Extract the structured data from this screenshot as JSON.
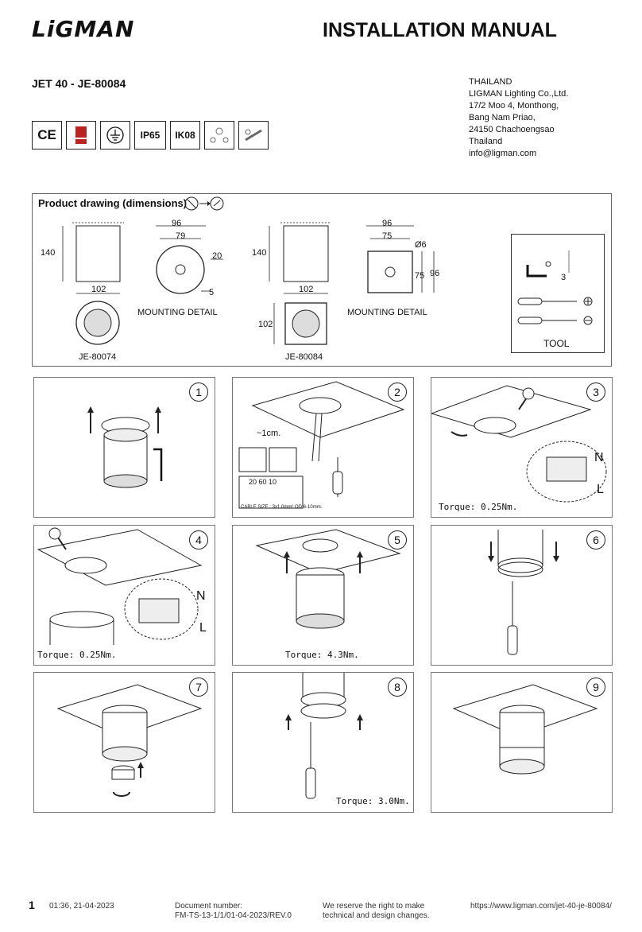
{
  "header": {
    "logo": "LiGMAN",
    "title": "INSTALLATION MANUAL",
    "product": "JET 40 - JE-80084"
  },
  "address": [
    "THAILAND",
    "LIGMAN Lighting Co.,Ltd.",
    "17/2 Moo 4, Monthong,",
    "Bang Nam Priao,",
    "24150 Chachoengsao",
    "Thailand",
    "info@ligman.com"
  ],
  "certs": {
    "ce": "CE",
    "ip": "IP65",
    "ik": "IK08"
  },
  "drawing": {
    "title": "Product drawing (dimensions)",
    "left": {
      "width": "96",
      "inner": "79",
      "height": "140",
      "d1": "20",
      "d2": "5",
      "front": "102",
      "mounting": "MOUNTING DETAIL",
      "model": "JE-80074"
    },
    "right": {
      "width": "96",
      "inner": "75",
      "hole": "Ø6",
      "height": "140",
      "side": "96",
      "side_inner": "75",
      "front": "102",
      "front_h": "102",
      "mounting": "MOUNTING DETAIL",
      "model": "JE-80084"
    },
    "tool": {
      "label": "TOOL",
      "hex": "3"
    }
  },
  "steps": [
    {
      "num": "1",
      "torque": ""
    },
    {
      "num": "2",
      "torque": "",
      "gap": "~1cm.",
      "strip": "20  60  10",
      "cable": "CABLE SIZE : 3x1.0mm²   OD:6-10mm."
    },
    {
      "num": "3",
      "torque": "Torque: 0.25Nm.",
      "n": "N",
      "l": "L"
    },
    {
      "num": "4",
      "torque": "Torque: 0.25Nm.",
      "n": "N",
      "l": "L"
    },
    {
      "num": "5",
      "torque": "Torque: 4.3Nm."
    },
    {
      "num": "6",
      "torque": ""
    },
    {
      "num": "7",
      "torque": ""
    },
    {
      "num": "8",
      "torque": "Torque: 3.0Nm."
    },
    {
      "num": "9",
      "torque": ""
    }
  ],
  "footer": {
    "page": "1",
    "date": "01:36, 21-04-2023",
    "docnum_label": "Document number:",
    "docnum": "FM-TS-13-1/1/01-04-2023/REV.0",
    "reserve1": "We reserve the right to make",
    "reserve2": "technical and design changes.",
    "url": "https://www.ligman.com/jet-40-je-80084/"
  }
}
